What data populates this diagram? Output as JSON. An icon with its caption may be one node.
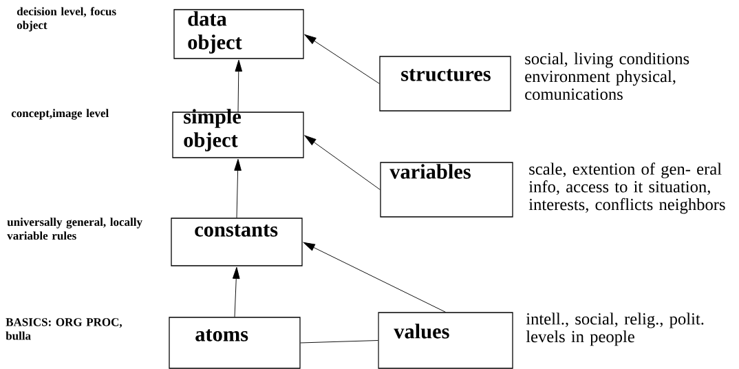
{
  "diagram": {
    "nodes": [
      {
        "text": [
          "data object"
        ]
      },
      {
        "text": [
          "simple object"
        ]
      },
      {
        "text": [
          "constants"
        ]
      },
      {
        "text": [
          "atoms"
        ]
      },
      {
        "text": [
          "structures"
        ],
        "beside": [
          "social, living conditions environment physical, comunications"
        ]
      },
      {
        "text": [
          "variables"
        ],
        "beside": [
          "scale, extention of gen- eral info, access to it situation, interests, conflicts neighbors"
        ]
      },
      {
        "text": [
          "values"
        ],
        "beside": [
          "intell., social, relig., polit. levels in people"
        ]
      }
    ],
    "edges": [
      {
        "from": 1,
        "to": 0,
        "arrow": "to"
      },
      {
        "from": 2,
        "to": 1,
        "arrow": "to"
      },
      {
        "from": 3,
        "to": 2,
        "arrow": "to"
      },
      {
        "from": 4,
        "to": 0,
        "arrow": "to"
      },
      {
        "from": 5,
        "to": 1,
        "arrow": "to"
      },
      {
        "from": 6,
        "to": 2,
        "arrow": "to"
      },
      {
        "from": 3,
        "to": 6,
        "arrow": "none"
      }
    ],
    "labels": [
      "decision level, focus object",
      "concept,image level",
      "universally general, locally variable rules",
      "BASICS: ORG PROC, bulla"
    ]
  }
}
